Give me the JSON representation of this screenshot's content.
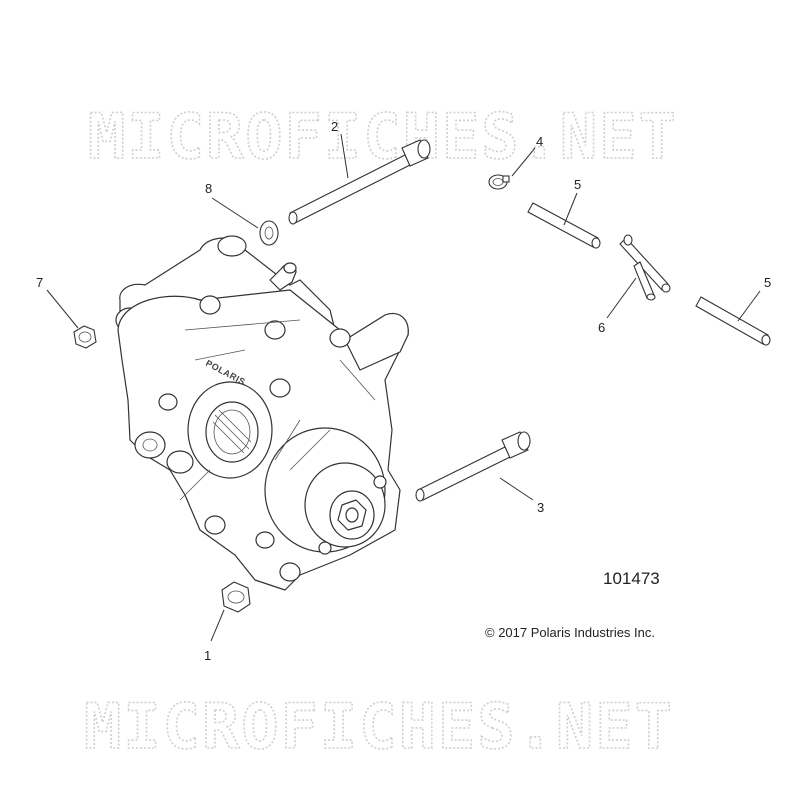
{
  "watermark": {
    "top_text": "MICROFICHES.NET",
    "bottom_text": "MICROFICHES.NET"
  },
  "diagram_number": "101473",
  "copyright": "© 2017 Polaris Industries Inc.",
  "housing_brand": "POLARIS",
  "callouts": [
    {
      "id": "1",
      "label": "1"
    },
    {
      "id": "2",
      "label": "2"
    },
    {
      "id": "3",
      "label": "3"
    },
    {
      "id": "4",
      "label": "4"
    },
    {
      "id": "5a",
      "label": "5"
    },
    {
      "id": "5b",
      "label": "5"
    },
    {
      "id": "6",
      "label": "6"
    },
    {
      "id": "7",
      "label": "7"
    },
    {
      "id": "8",
      "label": "8"
    }
  ],
  "colors": {
    "line": "#333333",
    "watermark": "#cfcfcf",
    "background": "#ffffff"
  }
}
